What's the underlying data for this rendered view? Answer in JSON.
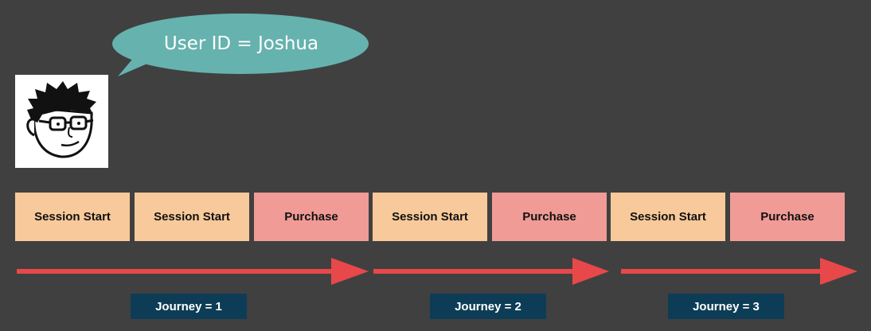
{
  "speech_bubble": {
    "text": "User ID = Joshua"
  },
  "events": [
    {
      "label": "Session Start",
      "type": "session"
    },
    {
      "label": "Session Start",
      "type": "session"
    },
    {
      "label": "Purchase",
      "type": "purchase"
    },
    {
      "label": "Session Start",
      "type": "session"
    },
    {
      "label": "Purchase",
      "type": "purchase"
    },
    {
      "label": "Session Start",
      "type": "session"
    },
    {
      "label": "Purchase",
      "type": "purchase"
    }
  ],
  "journeys": [
    {
      "label": "Journey = 1"
    },
    {
      "label": "Journey = 2"
    },
    {
      "label": "Journey = 3"
    }
  ],
  "colors": {
    "background": "#404040",
    "session_start": "#f8c99a",
    "purchase": "#f09b95",
    "arrow": "#e8484a",
    "journey_label_bg": "#0d3d56",
    "speech_bubble": "#66b2ae"
  },
  "icons": {
    "avatar": "cartoon-man-with-glasses-icon"
  }
}
